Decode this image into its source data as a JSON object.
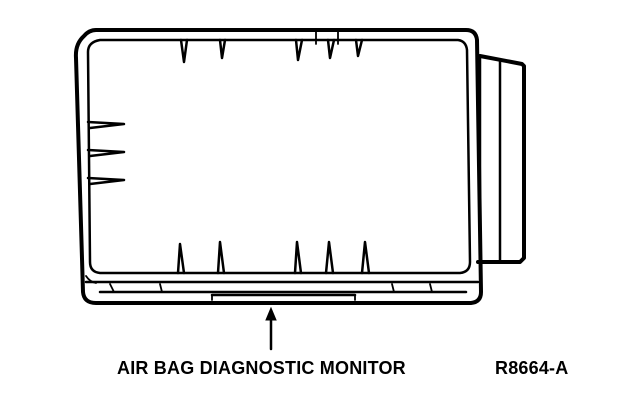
{
  "figure": {
    "component": "air-bag-diagnostic-monitor",
    "callout_label": "AIR BAG DIAGNOSTIC MONITOR",
    "reference_code": "R8664-A",
    "colors": {
      "ink": "#000000",
      "background": "#ffffff"
    }
  }
}
